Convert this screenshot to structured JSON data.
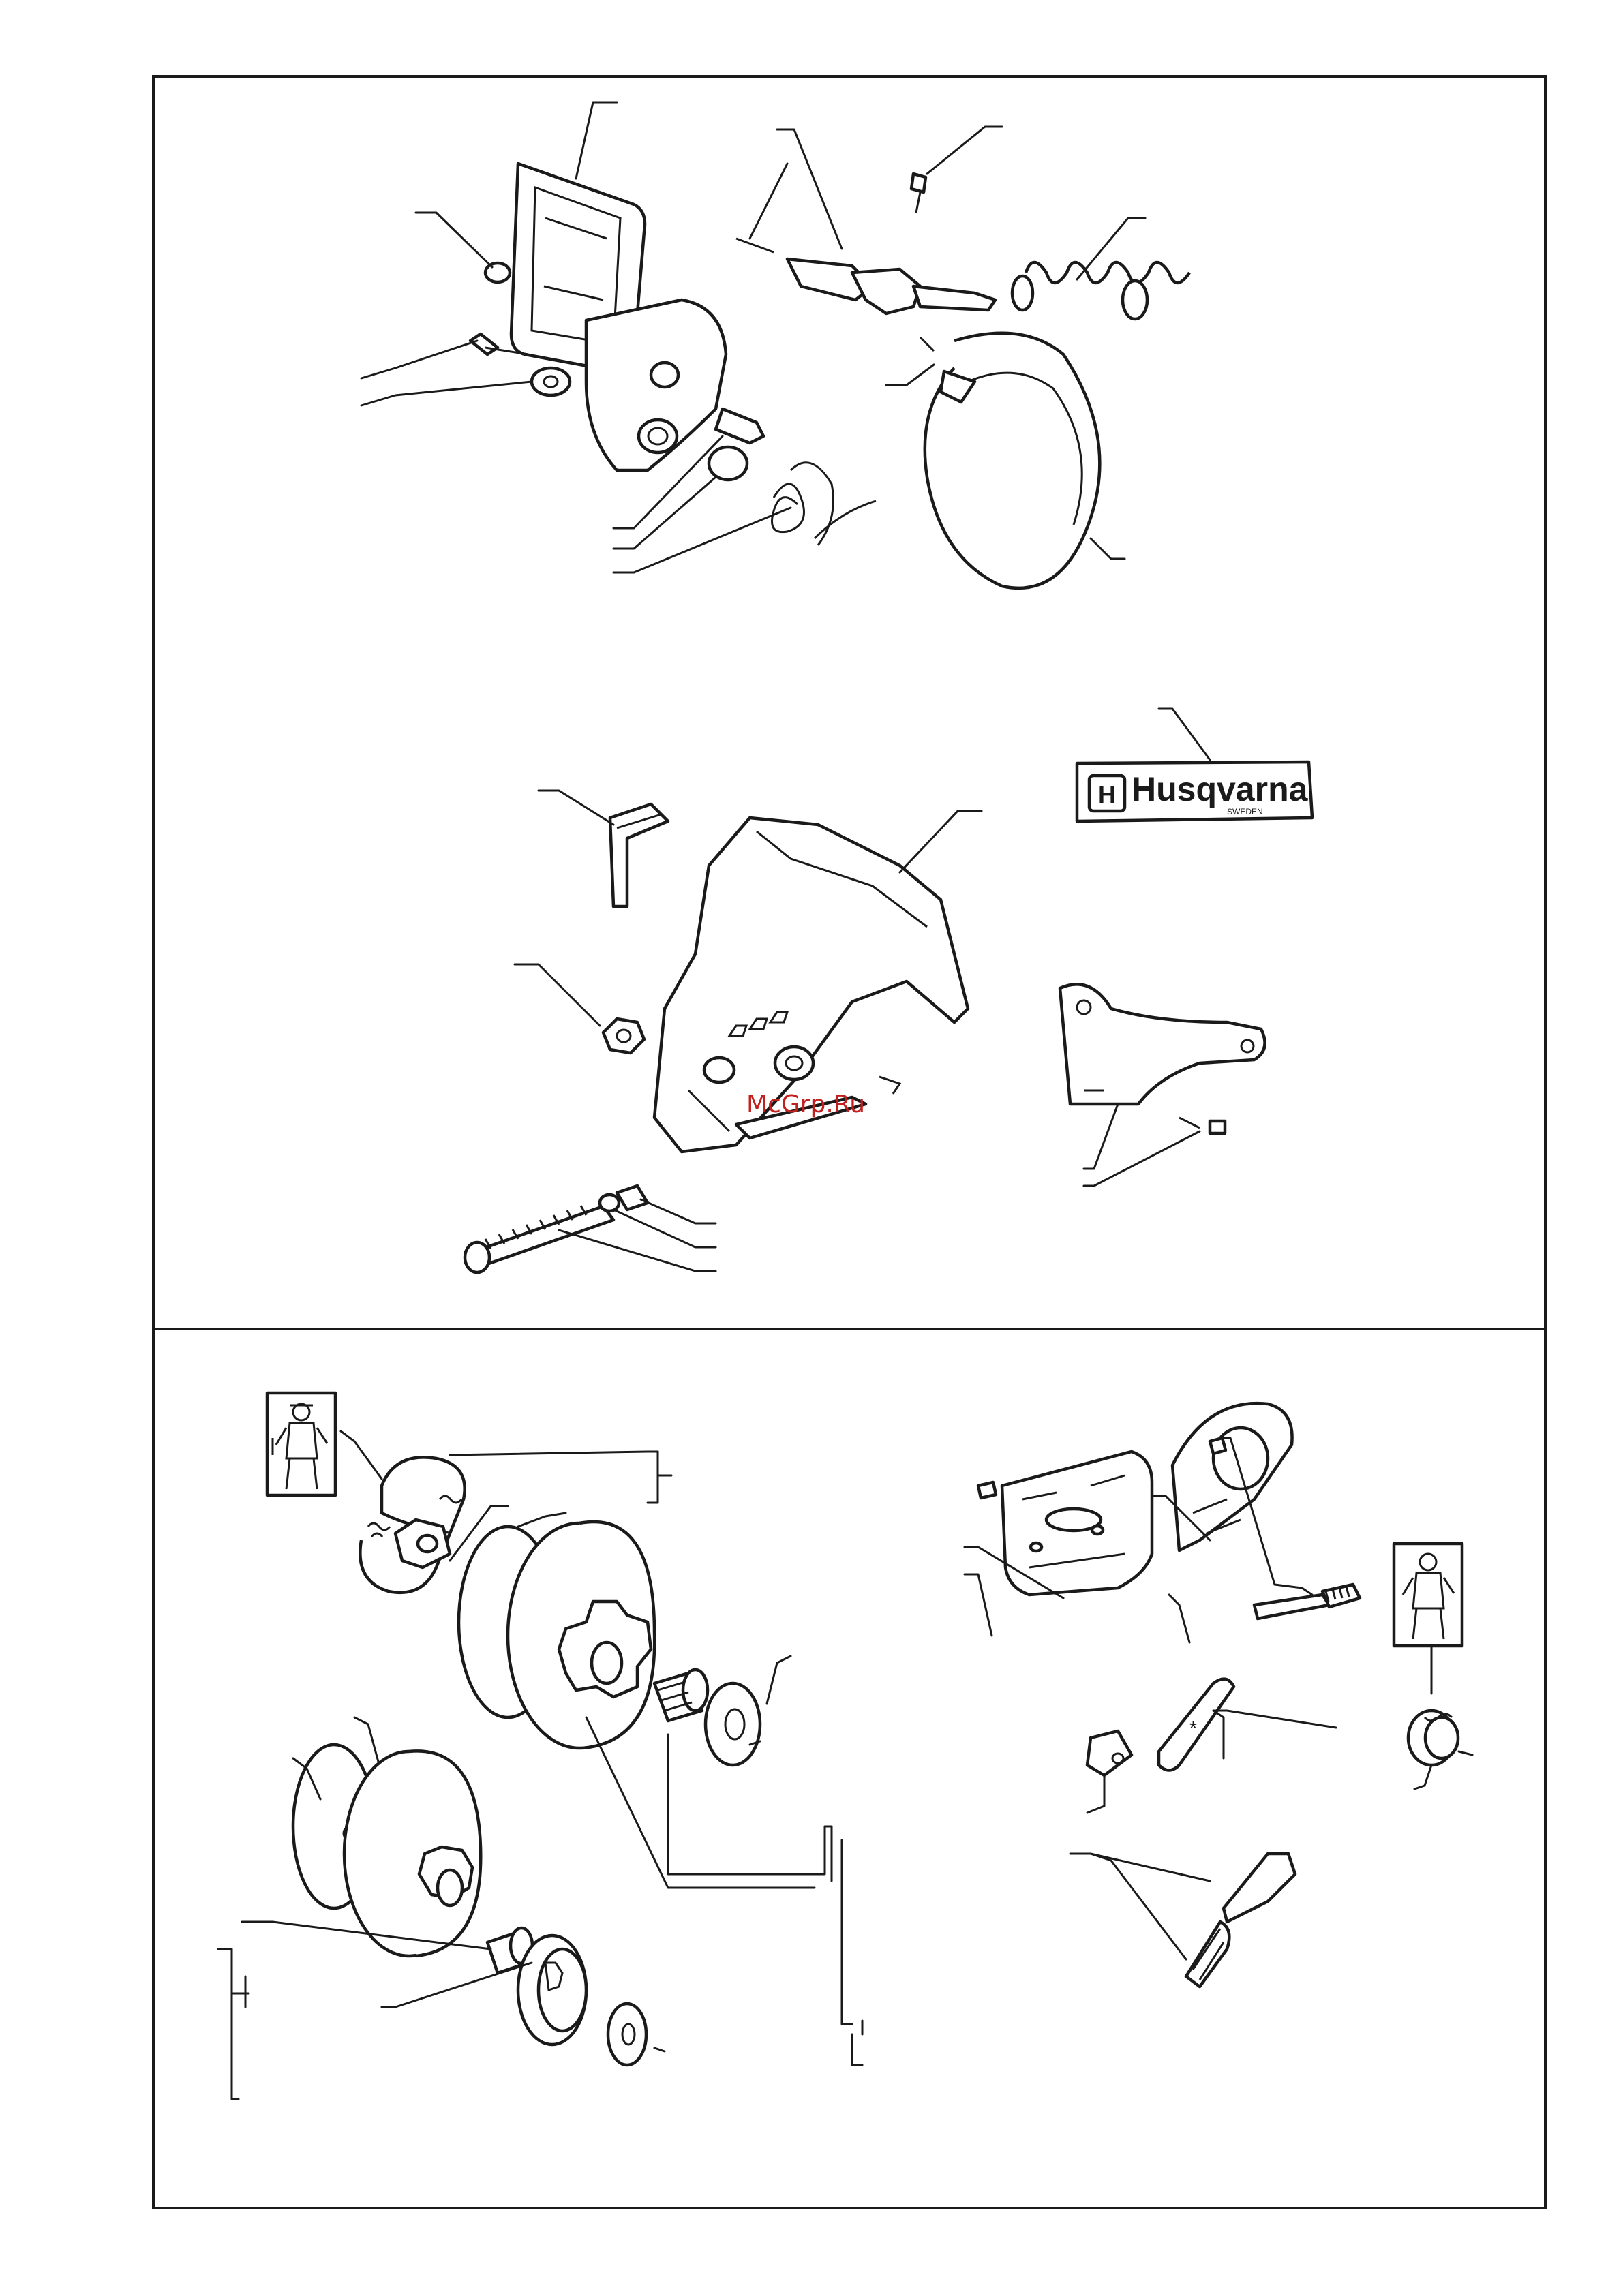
{
  "logo": {
    "brand": "Husqvarna",
    "country": "SWEDEN",
    "mark": "H"
  },
  "watermark": "McGrp.Ru",
  "asterisk": "*",
  "icons": {
    "mechanic": "mechanic-figure-icon"
  },
  "colors": {
    "line": "#1a1a1a",
    "watermark": "#c21f1f",
    "background": "#ffffff"
  }
}
